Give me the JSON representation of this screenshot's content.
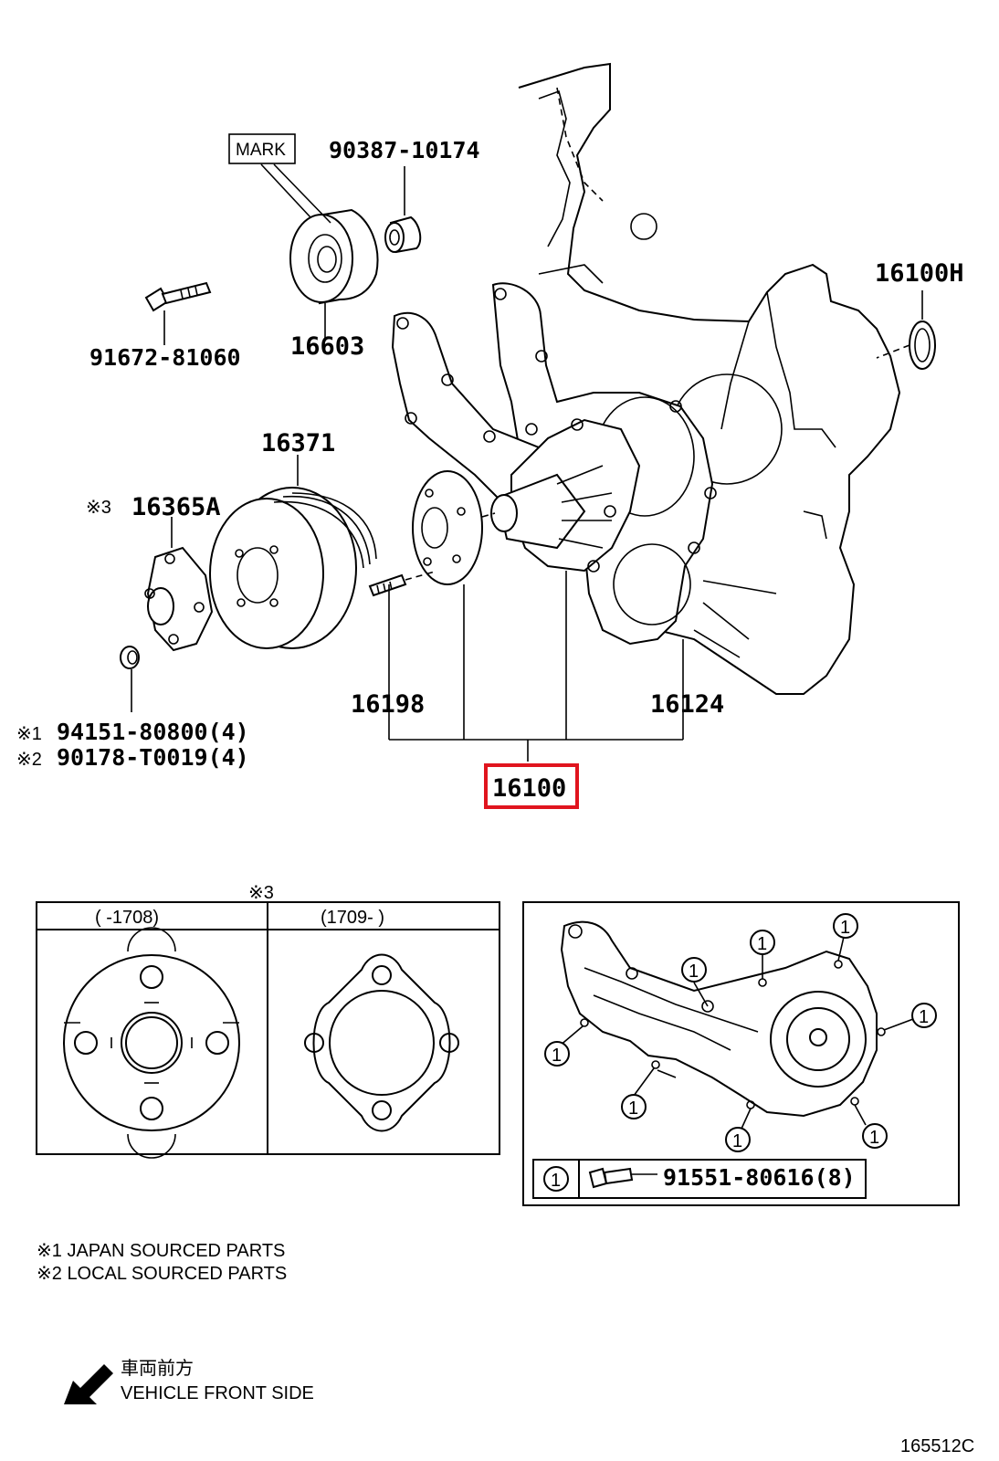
{
  "labels": {
    "mark": "MARK",
    "p90387": "90387-10174",
    "p16100h": "16100H",
    "p91672": "91672-81060",
    "p16603": "16603",
    "p16371": "16371",
    "p16365a_ref": "※3",
    "p16365a": "16365A",
    "p16198": "16198",
    "p16124": "16124",
    "p94151": "94151-80800(4)",
    "p94151_ref": "※1",
    "p90178": "90178-T0019(4)",
    "p90178_ref": "※2",
    "p16100": "16100"
  },
  "variant_table": {
    "ref": "※3",
    "col1_header": "(      -1708)",
    "col2_header": "(1709-      )"
  },
  "bolt_legend": {
    "callout": "1",
    "part_number": "91551-80616(8)"
  },
  "notes": {
    "n1": "※1 JAPAN SOURCED PARTS",
    "n2": "※2 LOCAL SOURCED PARTS"
  },
  "direction": {
    "jp": "車両前方",
    "en": "VEHICLE FRONT SIDE"
  },
  "diagram_code": "165512C",
  "colors": {
    "highlight": "#e0141e"
  }
}
